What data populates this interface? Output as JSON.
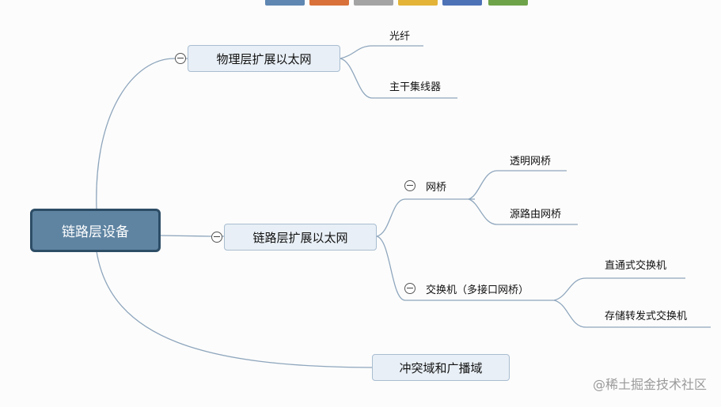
{
  "toolbar": {
    "swatches": [
      "#5f87b2",
      "#d9723a",
      "#a4a4a4",
      "#e3b437",
      "#4d72b6",
      "#6fa34a"
    ]
  },
  "mindmap": {
    "root": "链路层设备",
    "physical": {
      "label": "物理层扩展以太网",
      "children": [
        "光纤",
        "主干集线器"
      ]
    },
    "link": {
      "label": "链路层扩展以太网",
      "bridge": {
        "label": "网桥",
        "children": [
          "透明网桥",
          "源路由网桥"
        ]
      },
      "switch": {
        "label": "交换机（多接口网桥）",
        "children": [
          "直通式交换机",
          "存储转发式交换机"
        ]
      }
    },
    "collision": {
      "label": "冲突域和广播域"
    }
  },
  "watermark": "@稀土掘金技术社区"
}
